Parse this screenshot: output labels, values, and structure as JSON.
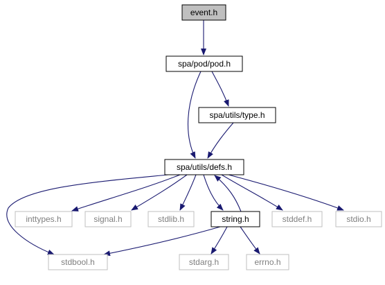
{
  "graph": {
    "edge_color": "#191970",
    "nodes": [
      {
        "id": "event_h",
        "label": "event.h",
        "style": "current",
        "fill": "#bfbfbf",
        "stroke": "#000000",
        "text": "#000000"
      },
      {
        "id": "pod_h",
        "label": "spa/pod/pod.h",
        "style": "documented",
        "fill": "#ffffff",
        "stroke": "#000000",
        "text": "#000000"
      },
      {
        "id": "type_h",
        "label": "spa/utils/type.h",
        "style": "documented",
        "fill": "#ffffff",
        "stroke": "#000000",
        "text": "#000000"
      },
      {
        "id": "defs_h",
        "label": "spa/utils/defs.h",
        "style": "documented",
        "fill": "#ffffff",
        "stroke": "#000000",
        "text": "#000000"
      },
      {
        "id": "inttypes_h",
        "label": "inttypes.h",
        "style": "external",
        "fill": "#ffffff",
        "stroke": "#bfbfbf",
        "text": "#7f7f7f"
      },
      {
        "id": "signal_h",
        "label": "signal.h",
        "style": "external",
        "fill": "#ffffff",
        "stroke": "#bfbfbf",
        "text": "#7f7f7f"
      },
      {
        "id": "stdlib_h",
        "label": "stdlib.h",
        "style": "external",
        "fill": "#ffffff",
        "stroke": "#bfbfbf",
        "text": "#7f7f7f"
      },
      {
        "id": "string_h",
        "label": "string.h",
        "style": "documented",
        "fill": "#ffffff",
        "stroke": "#000000",
        "text": "#000000"
      },
      {
        "id": "stddef_h",
        "label": "stddef.h",
        "style": "external",
        "fill": "#ffffff",
        "stroke": "#bfbfbf",
        "text": "#7f7f7f"
      },
      {
        "id": "stdio_h",
        "label": "stdio.h",
        "style": "external",
        "fill": "#ffffff",
        "stroke": "#bfbfbf",
        "text": "#7f7f7f"
      },
      {
        "id": "stdbool_h",
        "label": "stdbool.h",
        "style": "external",
        "fill": "#ffffff",
        "stroke": "#bfbfbf",
        "text": "#7f7f7f"
      },
      {
        "id": "stdarg_h",
        "label": "stdarg.h",
        "style": "external",
        "fill": "#ffffff",
        "stroke": "#bfbfbf",
        "text": "#7f7f7f"
      },
      {
        "id": "errno_h",
        "label": "errno.h",
        "style": "external",
        "fill": "#ffffff",
        "stroke": "#bfbfbf",
        "text": "#7f7f7f"
      }
    ],
    "edges": [
      {
        "from": "event_h",
        "to": "pod_h"
      },
      {
        "from": "pod_h",
        "to": "type_h"
      },
      {
        "from": "pod_h",
        "to": "defs_h"
      },
      {
        "from": "type_h",
        "to": "defs_h"
      },
      {
        "from": "defs_h",
        "to": "inttypes_h"
      },
      {
        "from": "defs_h",
        "to": "signal_h"
      },
      {
        "from": "defs_h",
        "to": "stdlib_h"
      },
      {
        "from": "defs_h",
        "to": "string_h"
      },
      {
        "from": "defs_h",
        "to": "stddef_h"
      },
      {
        "from": "defs_h",
        "to": "stdio_h"
      },
      {
        "from": "defs_h",
        "to": "stdbool_h"
      },
      {
        "from": "string_h",
        "to": "defs_h"
      },
      {
        "from": "string_h",
        "to": "stdbool_h"
      },
      {
        "from": "string_h",
        "to": "stdarg_h"
      },
      {
        "from": "string_h",
        "to": "errno_h"
      }
    ]
  }
}
